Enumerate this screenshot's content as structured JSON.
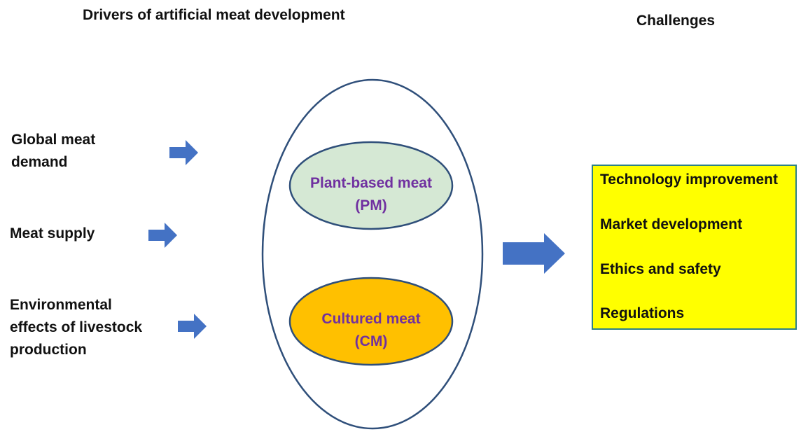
{
  "headings": {
    "drivers": "Drivers of artificial meat development",
    "challenges": "Challenges"
  },
  "drivers": [
    {
      "lines": [
        "Global meat",
        "demand"
      ]
    },
    {
      "lines": [
        "Meat supply"
      ]
    },
    {
      "lines": [
        "Environmental",
        "effects of livestock",
        "production"
      ]
    }
  ],
  "artificial_meat": {
    "plant_based": {
      "line1": "Plant-based meat",
      "line2": "(PM)",
      "fill": "#d5e8d4"
    },
    "cultured": {
      "line1": "Cultured meat",
      "line2": "(CM)",
      "fill": "#ffc000"
    }
  },
  "challenges": {
    "items": [
      "Technology improvement",
      "Market development",
      "Ethics and safety",
      "Regulations"
    ],
    "box_fill": "#ffff00",
    "box_border": "#2e8185"
  },
  "colors": {
    "arrow": "#4472c4",
    "outline": "#2f4f7a",
    "inner_text": "#7030a0"
  }
}
